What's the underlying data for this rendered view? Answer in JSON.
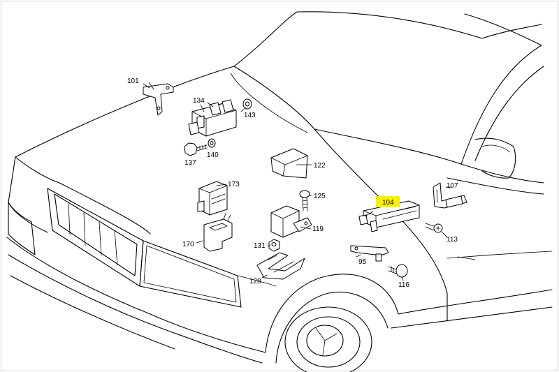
{
  "diagram": {
    "highlight_color": "#f7f200",
    "callouts": [
      {
        "id": "101",
        "label": "101"
      },
      {
        "id": "134",
        "label": "134"
      },
      {
        "id": "143",
        "label": "143"
      },
      {
        "id": "137",
        "label": "137"
      },
      {
        "id": "140",
        "label": "140"
      },
      {
        "id": "122",
        "label": "122"
      },
      {
        "id": "173",
        "label": "173"
      },
      {
        "id": "125",
        "label": "125"
      },
      {
        "id": "104",
        "label": "104",
        "highlighted": true
      },
      {
        "id": "107",
        "label": "107"
      },
      {
        "id": "119",
        "label": "119"
      },
      {
        "id": "170",
        "label": "170"
      },
      {
        "id": "131",
        "label": "131"
      },
      {
        "id": "113",
        "label": "113"
      },
      {
        "id": "95",
        "label": "95"
      },
      {
        "id": "128",
        "label": "128"
      },
      {
        "id": "116",
        "label": "116"
      }
    ]
  }
}
